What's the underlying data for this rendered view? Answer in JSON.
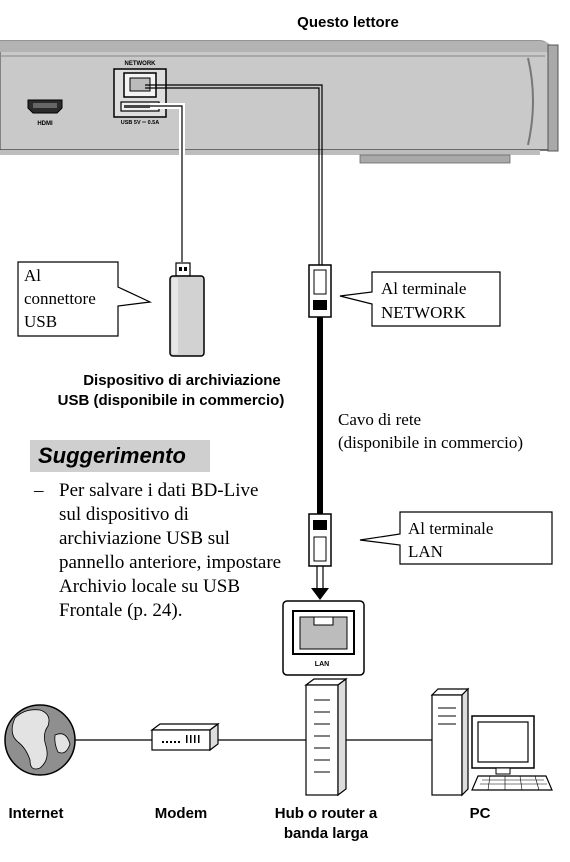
{
  "player": {
    "title": "Questo lettore",
    "port_network": "NETWORK",
    "port_hdmi": "HDMI",
    "port_usb": "USB  5V ═ 0.5A"
  },
  "usb_callout": {
    "line1": "Al",
    "line2": "connettore",
    "line3": "USB"
  },
  "usb_device": {
    "line1": "Dispositivo di archiviazione",
    "line2": "USB (disponibile in commercio)"
  },
  "network_callout": {
    "line1": "Al terminale",
    "line2": "NETWORK"
  },
  "cable_label": {
    "line1": "Cavo di rete",
    "line2": "(disponibile in commercio)"
  },
  "lan_callout": {
    "line1": "Al terminale",
    "line2": "LAN"
  },
  "lan_port_label": "LAN",
  "tip": {
    "heading": "Suggerimento",
    "dash": "–",
    "text": "Per salvare i dati BD-Live sul dispositivo di archiviazione USB sul pannello anteriore, impostare Archivio locale su USB Frontale (p. 24)."
  },
  "devices": {
    "internet": "Internet",
    "modem": "Modem",
    "hub_line1": "Hub o router a",
    "hub_line2": "banda larga",
    "pc": "PC"
  }
}
